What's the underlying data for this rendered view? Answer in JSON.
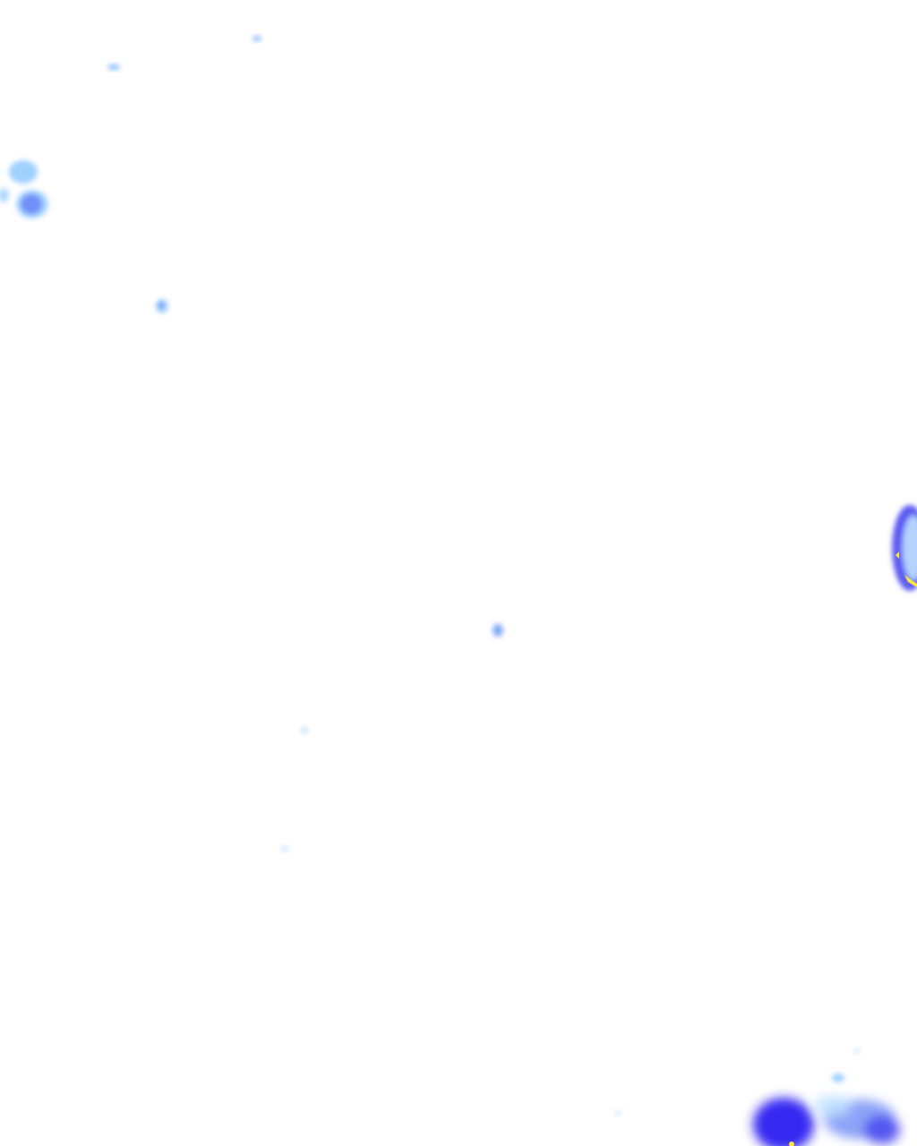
{
  "map": {
    "type": "radar-precipitation-overlay",
    "background": "#ffffff",
    "palette": {
      "very_light": "#bfe0ff",
      "light": "#8ec8ff",
      "moderate": "#6f8cf5",
      "heavy": "#4a4af0",
      "very_heavy": "#2a20f0",
      "intense": "#ffe63a"
    },
    "echo_cells": [
      {
        "name": "echo-cell-top-left-light",
        "intensity": "light"
      },
      {
        "name": "echo-cell-top-left-moderate",
        "intensity": "moderate"
      },
      {
        "name": "echo-speck-top",
        "intensity": "light"
      },
      {
        "name": "echo-speck-top-left",
        "intensity": "light"
      },
      {
        "name": "echo-speck-upper-left",
        "intensity": "moderate"
      },
      {
        "name": "echo-cell-right-edge",
        "intensity": "very_heavy"
      },
      {
        "name": "echo-speck-center",
        "intensity": "light"
      },
      {
        "name": "echo-speck-lower-center",
        "intensity": "very_light"
      },
      {
        "name": "echo-speck-lower-left",
        "intensity": "very_light"
      },
      {
        "name": "echo-cluster-bottom-right",
        "intensity": "very_heavy"
      }
    ]
  }
}
